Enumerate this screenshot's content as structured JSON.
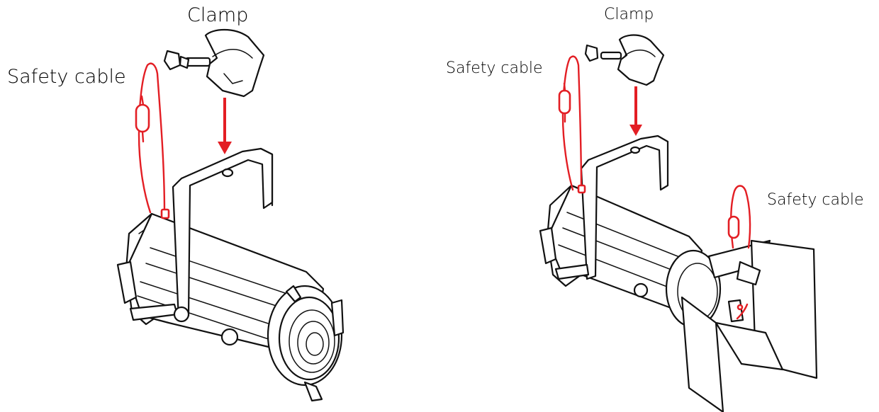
{
  "figure": {
    "left": {
      "clamp_label": "Clamp",
      "cable_label": "Safety cable"
    },
    "right": {
      "clamp_label": "Clamp",
      "cable_label_top": "Safety cable",
      "cable_label_barndoor": "Safety cable"
    }
  },
  "colors": {
    "cable": "#e31e24",
    "outline": "#111111",
    "background": "#ffffff"
  }
}
